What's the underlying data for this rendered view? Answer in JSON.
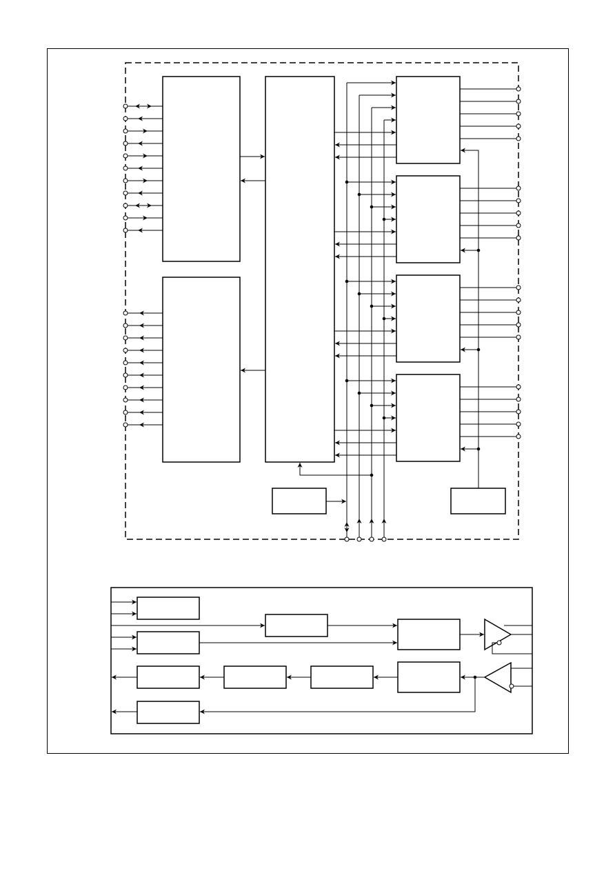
{
  "page": {
    "background": "#ffffff"
  },
  "colors": {
    "stroke": "#000000",
    "fill": "#ffffff"
  },
  "diagram": {
    "title": "",
    "top_block_diagram": {
      "blocks": [
        {
          "id": "io-block-upper",
          "label": ""
        },
        {
          "id": "output-block-lower",
          "label": ""
        },
        {
          "id": "central-controller",
          "label": ""
        },
        {
          "id": "channel-block-1",
          "label": ""
        },
        {
          "id": "channel-block-2",
          "label": ""
        },
        {
          "id": "channel-block-3",
          "label": ""
        },
        {
          "id": "channel-block-4",
          "label": ""
        },
        {
          "id": "clock-block",
          "label": ""
        },
        {
          "id": "bias-block",
          "label": ""
        }
      ],
      "upper_left_pins": 11,
      "lower_left_pins": 10,
      "pins_per_channel_right": 5,
      "bottom_pins": 4
    },
    "bottom_block_diagram": {
      "blocks": [
        {
          "id": "input-latch-a",
          "label": ""
        },
        {
          "id": "input-latch-b",
          "label": ""
        },
        {
          "id": "encoder-block",
          "label": ""
        },
        {
          "id": "transmit-block",
          "label": ""
        },
        {
          "id": "receive-block",
          "label": ""
        },
        {
          "id": "decoder-block-3",
          "label": ""
        },
        {
          "id": "decoder-block-2",
          "label": ""
        },
        {
          "id": "output-latch-a",
          "label": ""
        },
        {
          "id": "output-latch-b",
          "label": ""
        }
      ],
      "buffers": [
        "driver-triangle",
        "receiver-triangle"
      ]
    }
  }
}
